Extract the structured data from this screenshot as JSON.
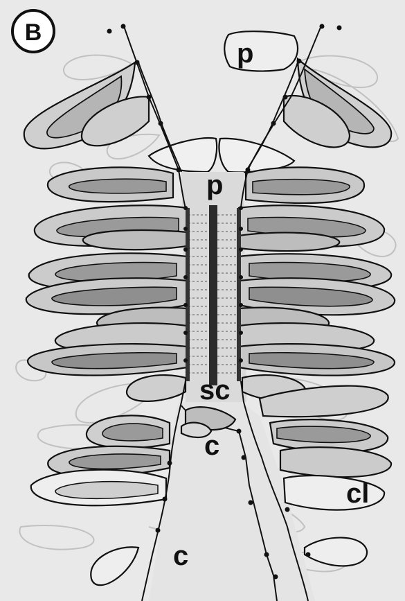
{
  "figure": {
    "panel_letter": "B",
    "labels": {
      "p_top": "p",
      "p_mid": "p",
      "sc": "sc",
      "c_upper": "c",
      "c_lower": "c",
      "cl": "cl"
    },
    "colors": {
      "background": "#e9e9e9",
      "ink": "#111111",
      "loop_fill": "#c9c9c9",
      "loop_inner": "#8f8f8f",
      "ghost": "#bdbdbd",
      "axis_fill": "#dadada"
    }
  }
}
